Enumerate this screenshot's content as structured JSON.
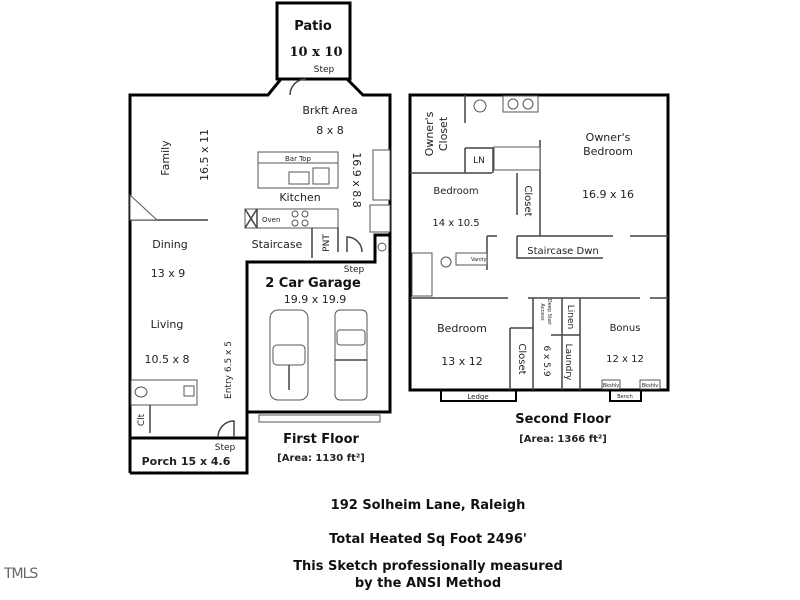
{
  "first_floor": {
    "patio": {
      "name": "Patio",
      "size": "10 x 10",
      "step": "Step"
    },
    "brkft": {
      "name": "Brkft Area",
      "size": "8 x 8"
    },
    "family": {
      "name": "Family",
      "size": "16.5 x 11"
    },
    "kitchen": {
      "name": "Kitchen",
      "size": "16.9 x 8.8",
      "bar_top": "Bar Top",
      "oven": "Oven"
    },
    "dining": {
      "name": "Dining",
      "size": "13 x 9"
    },
    "staircase": "Staircase",
    "pantry": "PNT",
    "garage": {
      "name": "2 Car Garage",
      "size": "19.9 x 19.9",
      "step": "Step"
    },
    "living": {
      "name": "Living",
      "size": "10.5 x 8"
    },
    "entry": "Entry 6.5 x 5",
    "closet": "Clt",
    "porch": {
      "name": "Porch 15 x 4.6",
      "step": "Step"
    },
    "label": "First Floor",
    "area": "[Area: 1130 ft²]"
  },
  "second_floor": {
    "owners_closet": [
      "Owner's",
      "Closet"
    ],
    "linen_ln": "LN",
    "owners_bedroom": {
      "name": [
        "Owner's",
        "Bedroom"
      ],
      "size": "16.9 x 16"
    },
    "bedroom1": {
      "name": "Bedroom",
      "size": "14 x 10.5"
    },
    "closet1": "Closet",
    "staircase": "Staircase Dwn",
    "vanity": "Vanity",
    "bedroom2": {
      "name": "Bedroom",
      "size": "13 x 12"
    },
    "closet2": "Closet",
    "deep_stair": [
      "Deep Stair",
      "Access"
    ],
    "laundry": {
      "name": "Laundry",
      "size": "6 x 5.9"
    },
    "linen": "Linen",
    "bonus": {
      "name": "Bonus",
      "size": "12 x 12"
    },
    "bookshelf": "Bkshlv",
    "bench": "Bench",
    "ledge": "Ledge",
    "label": "Second Floor",
    "area": "[Area: 1366 ft²]"
  },
  "footer": {
    "address": "192 Solheim Lane, Raleigh",
    "total": "Total Heated Sq Foot 2496'",
    "note_line1": "This Sketch professionally measured",
    "note_line2": "by the ANSI Method"
  },
  "watermark": "TMLS"
}
